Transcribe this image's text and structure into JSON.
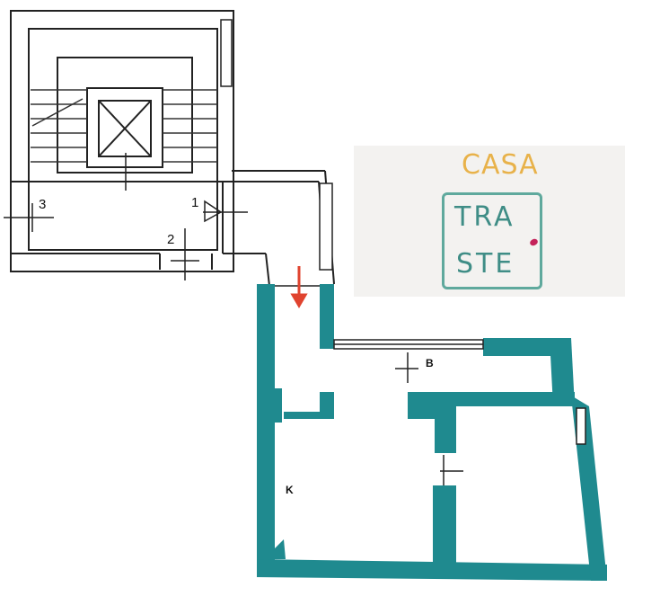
{
  "colors": {
    "apartment_fill": "#1f8a8f",
    "wall_line": "#222222",
    "entrance_arrow": "#e0432f",
    "logo_casa": "#e8b24a",
    "logo_text": "#3f8d86",
    "logo_accent": "#c4225a",
    "logo_background": "#f3f2f0"
  },
  "labels": {
    "entrance_1": "1",
    "entrance_2": "2",
    "entrance_3": "3",
    "room_b": "B",
    "room_k": "K"
  },
  "logo": {
    "line1": "CASA",
    "line2": "TRA",
    "line3": "STE"
  },
  "icons": [
    "elevator-x-icon",
    "entrance-arrow-icon",
    "door-swing-icon"
  ]
}
